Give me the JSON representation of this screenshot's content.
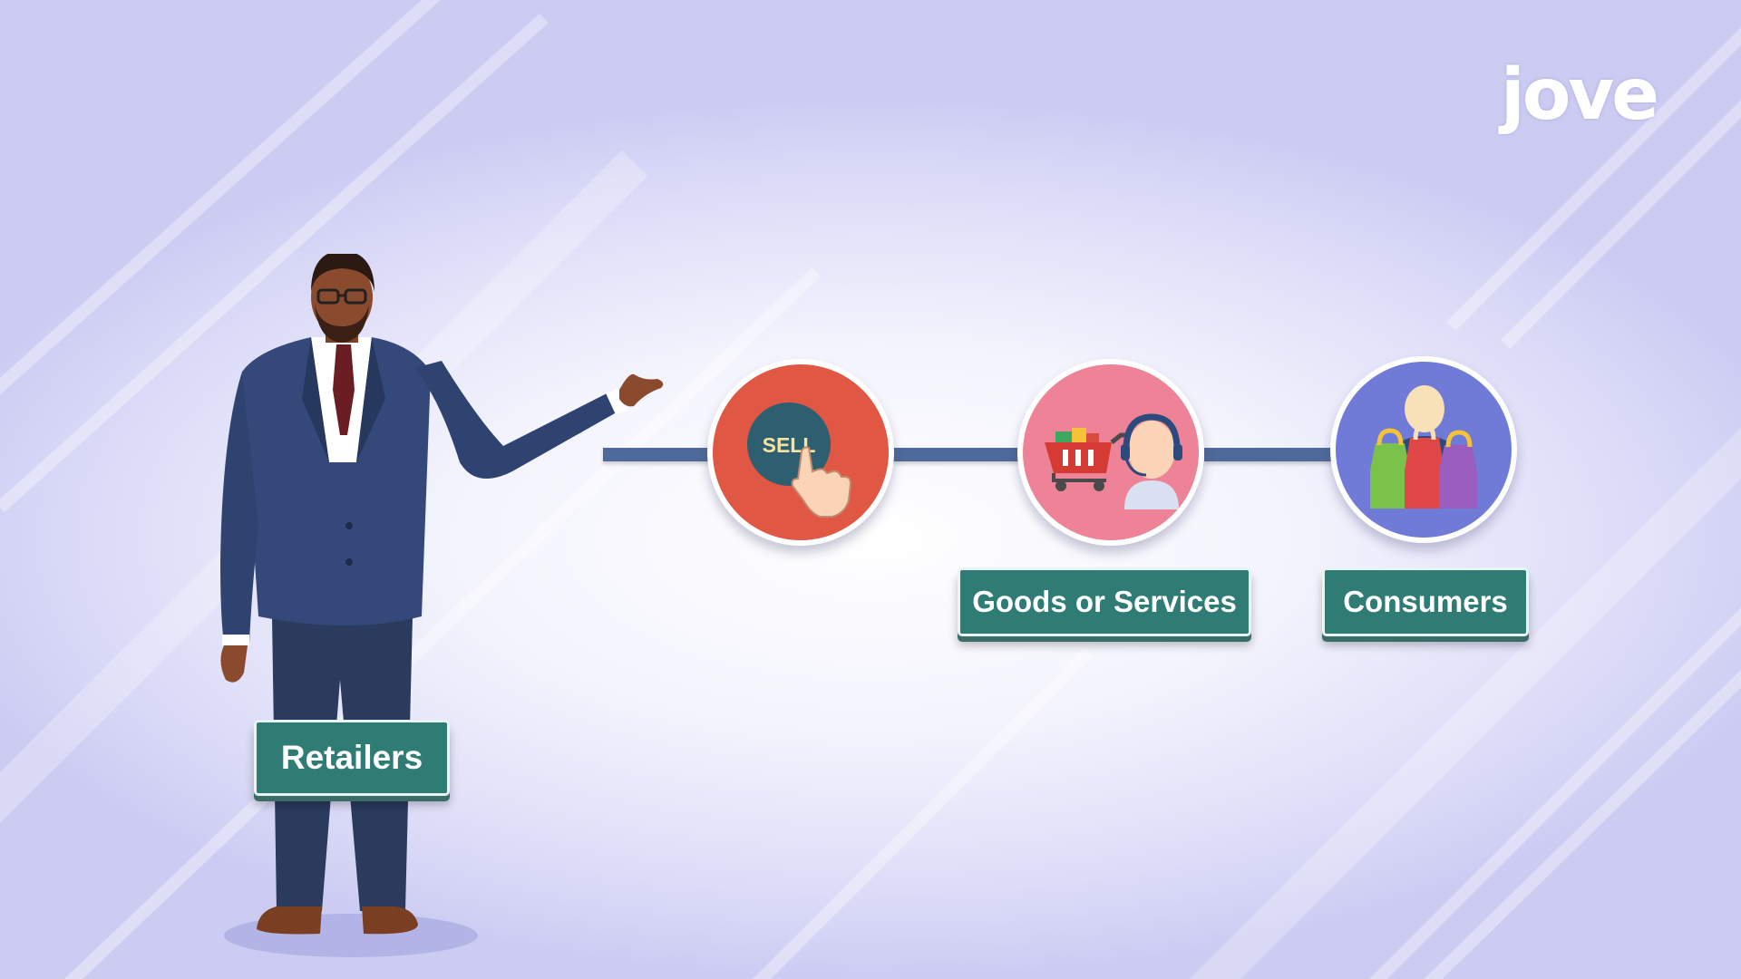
{
  "logo": {
    "text": "jove"
  },
  "diagram": {
    "nodes": [
      {
        "id": "sell",
        "icon": "sell-button-icon",
        "color": "#e05744",
        "icon_text": "SELL"
      },
      {
        "id": "goods",
        "icon": "shopping-cart-support-agent-icon",
        "color": "#ee8398"
      },
      {
        "id": "consumers",
        "icon": "shopper-with-bags-icon",
        "color": "#6f7bd6"
      }
    ],
    "labels": {
      "retailers": "Retailers",
      "goods": "Goods or Services",
      "consumers": "Consumers"
    }
  },
  "colors": {
    "label_bg": "#2f7c74",
    "connector": "#4e6a9a",
    "suit": "#2c3e63"
  }
}
